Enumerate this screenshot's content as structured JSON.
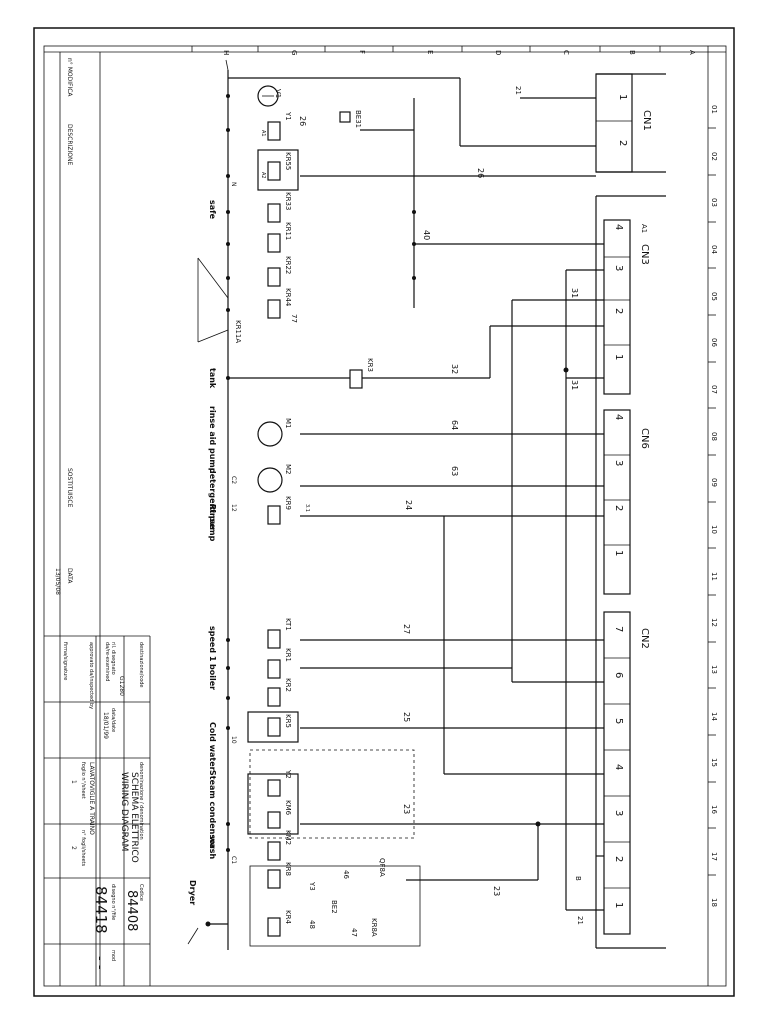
{
  "ruler_rows": [
    "01",
    "02",
    "03",
    "04",
    "05",
    "06",
    "07",
    "08",
    "09",
    "10",
    "11",
    "12",
    "13",
    "14",
    "15",
    "16",
    "17",
    "18"
  ],
  "ruler_cols": [
    "A",
    "B",
    "C",
    "D",
    "E",
    "F",
    "G",
    "H"
  ],
  "connectors": {
    "cn1": {
      "name": "CN1",
      "pins": [
        "1",
        "2"
      ]
    },
    "cn3": {
      "name": "CN3",
      "pins": [
        "4",
        "3",
        "2",
        "1"
      ],
      "tag": "A1"
    },
    "cn6": {
      "name": "CN6",
      "pins": [
        "4",
        "3",
        "2",
        "1"
      ]
    },
    "cn2": {
      "name": "CN2",
      "pins": [
        "7",
        "6",
        "5",
        "4",
        "3",
        "2",
        "1"
      ]
    }
  },
  "components": [
    "V1",
    "Y1",
    "BE31",
    "KR55",
    "KR33",
    "KR11",
    "KR22",
    "KR44",
    "KR11A",
    "KR3",
    "M1",
    "M2",
    "KR9",
    "KT1",
    "KR1",
    "KR2",
    "KR5",
    "Y2",
    "KM6",
    "KM2",
    "KR8",
    "KR4",
    "Y3",
    "BE2",
    "KR8A",
    "QF8A"
  ],
  "wire_numbers": [
    "26",
    "26",
    "40",
    "31",
    "31",
    "32",
    "64",
    "63",
    "24",
    "27",
    "25",
    "23",
    "23",
    "21",
    "21",
    "77",
    "48",
    "47",
    "46"
  ],
  "function_labels": [
    "safe",
    "tank",
    "rinse aid pump",
    "detergent pump",
    "Rinse",
    "speed 1",
    "boiler",
    "Cold water",
    "Steam condensor",
    "wash",
    "Dryer"
  ],
  "node_labels": [
    "A1",
    "A2",
    "N",
    "B",
    "10",
    "12",
    "C1",
    "C2",
    "3.1"
  ],
  "title_block": {
    "modifica_header": "n° MODIFICA",
    "descrizione_header": "DESCRIZIONE",
    "sostituisce_header": "SOSTITUISCE",
    "data_header": "DATA",
    "data_value": "13/05/08",
    "destinazione_label": "destinazione/code",
    "destinazione_value": "G1280",
    "ril_label": "da/re-examined",
    "ril_sub": "ril. disegnato",
    "data_drawn_label": "data/date",
    "data_drawn_value": "18/01/99",
    "approvato_label": "approvato da/inspected by",
    "firma_label": "firma/signature",
    "denominazione_label": "denominazione / denomination",
    "title_it": "SCHEMA ELETTRICO",
    "title_en": "WIRING DIAGRAM",
    "subtitle": "LAVATOVIGLIE A TRAINO",
    "foglio_label": "foglio n°/sheet",
    "foglio_value": "1",
    "fogli_label": "n° fogli/sheets",
    "fogli_value": "2",
    "codice_label": "Codice",
    "codice_value": "84408",
    "disegno_label": "disegno n°/file",
    "disegno_value": "84418",
    "rev_label": "mod",
    "rev_value": "- -"
  }
}
